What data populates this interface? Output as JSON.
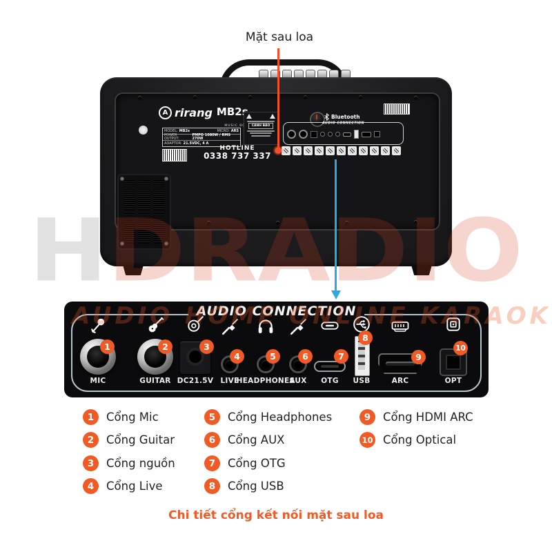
{
  "header": {
    "back_label": "Mặt sau loa"
  },
  "watermark": {
    "big_left": "H",
    "big_right": "DRADIO",
    "strip": "AUDIO HOME ONLINE KARAOKE"
  },
  "speaker": {
    "brand_initial": "A",
    "brand": "rirang",
    "model": "MB2s",
    "model_tagline": "MUSIC BOX",
    "specs": {
      "row1": {
        "label": "MODEL:",
        "value": "MB2s",
        "label2": "MICRO:",
        "value2": "AR5"
      },
      "row2": {
        "label": "POWER OUTPUT:",
        "value": "PMPO 1080W / RMS 270W"
      },
      "row3": {
        "label": "ADAPTOR:",
        "value": "21.5VDC, 4 A"
      }
    },
    "hotline_label": "HOTLINE",
    "hotline_number": "0338 737 337",
    "warning_title": "CẢNH BÁO",
    "bluetooth_label": "Bluetooth",
    "mini_panel_title": "AUDIO CONNECTION"
  },
  "panel": {
    "title": "AUDIO CONNECTION",
    "ports": [
      {
        "num": "1",
        "label": "MIC"
      },
      {
        "num": "2",
        "label": "GUITAR"
      },
      {
        "num": "3",
        "label": "DC21.5V"
      },
      {
        "num": "4",
        "label": "LIVE"
      },
      {
        "num": "5",
        "label": "HEADPHONES"
      },
      {
        "num": "6",
        "label": "AUX"
      },
      {
        "num": "7",
        "label": "OTG"
      },
      {
        "num": "8",
        "label": "USB"
      },
      {
        "num": "9",
        "label": "ARC"
      },
      {
        "num": "10",
        "label": "OPT"
      }
    ]
  },
  "legend": {
    "items": [
      {
        "num": "1",
        "label": "Cổng Mic"
      },
      {
        "num": "2",
        "label": "Cổng Guitar"
      },
      {
        "num": "3",
        "label": "Cổng nguồn"
      },
      {
        "num": "4",
        "label": "Cổng Live"
      },
      {
        "num": "5",
        "label": "Cổng Headphones"
      },
      {
        "num": "6",
        "label": "Cổng AUX"
      },
      {
        "num": "7",
        "label": "Cổng OTG"
      },
      {
        "num": "8",
        "label": "Cổng USB"
      },
      {
        "num": "9",
        "label": "Cổng HDMI ARC"
      },
      {
        "num": "10",
        "label": "Cổng Optical"
      }
    ]
  },
  "caption": "Chi tiết cổng kết nối mặt sau loa",
  "colors": {
    "accent_orange": "#F15A24",
    "arrow_blue": "#29ABE2",
    "pointer_red": "#F1502A"
  }
}
